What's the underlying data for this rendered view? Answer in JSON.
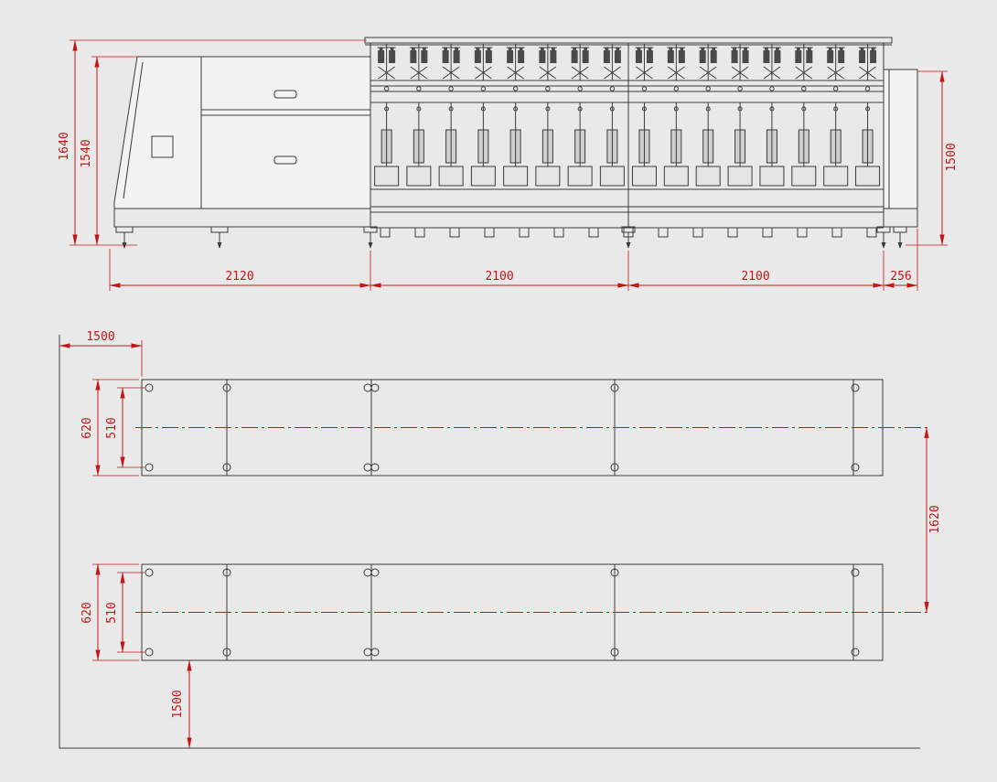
{
  "drawing": {
    "background": "#e9e9e9",
    "line_color": "#3a3a3a",
    "dim_color": "#c41616",
    "elevation": {
      "dim_height_overall": "1640",
      "dim_height_body": "1540",
      "dim_height_right": "1500",
      "dim_length_head": "2120",
      "dim_length_section1": "2100",
      "dim_length_section2": "2100",
      "dim_length_end": "256"
    },
    "plan": {
      "dim_offset_left": "1500",
      "dim_offset_bottom": "1500",
      "dim_row_gap": "1620",
      "row1": {
        "dim_width": "620",
        "dim_hole_spacing": "510"
      },
      "row2": {
        "dim_width": "620",
        "dim_hole_spacing": "510"
      }
    },
    "machine": {
      "sections": 2,
      "spindles_per_section": 8
    }
  }
}
